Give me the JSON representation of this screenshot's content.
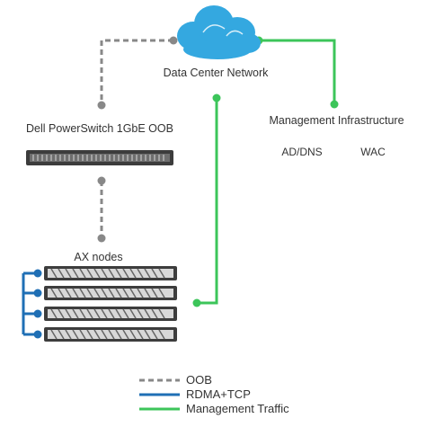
{
  "network": {
    "label": "Data Center Network"
  },
  "oob_switch": {
    "title": "Dell PowerSwitch 1GbE OOB"
  },
  "management": {
    "title": "Management Infrastructure",
    "items": [
      "AD/DNS",
      "WAC"
    ]
  },
  "ax": {
    "title": "AX nodes",
    "node_count": 4
  },
  "legend": [
    {
      "label": "OOB",
      "color": "#888888",
      "style": "dashed"
    },
    {
      "label": "RDMA+TCP",
      "color": "#1f6fb5",
      "style": "solid"
    },
    {
      "label": "Management Traffic",
      "color": "#3cc55a",
      "style": "solid"
    }
  ],
  "colors": {
    "cloud": "#34a8e0",
    "oob": "#888888",
    "rdma": "#1f6fb5",
    "mgmt": "#3cc55a"
  }
}
